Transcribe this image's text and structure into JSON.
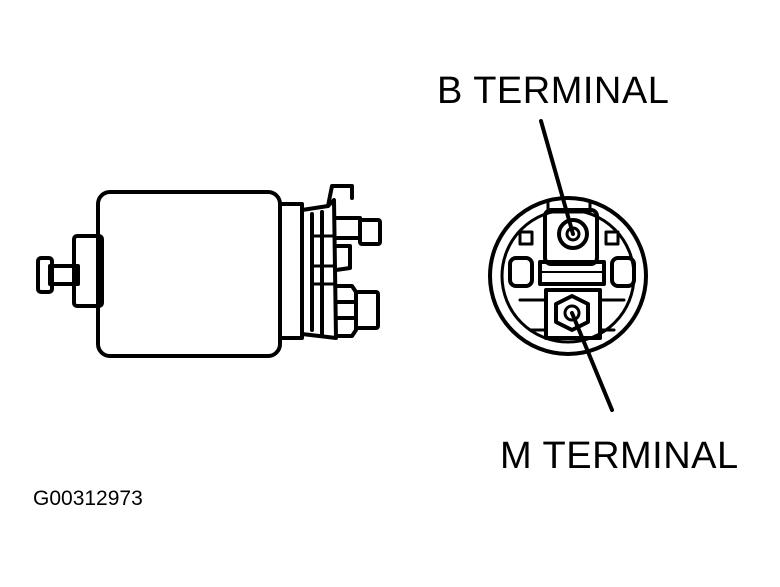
{
  "labels": {
    "b_terminal": "B TERMINAL",
    "m_terminal": "M TERMINAL",
    "figure_code": "G00312973"
  },
  "colors": {
    "ink": "#000000",
    "paper": "#ffffff"
  }
}
